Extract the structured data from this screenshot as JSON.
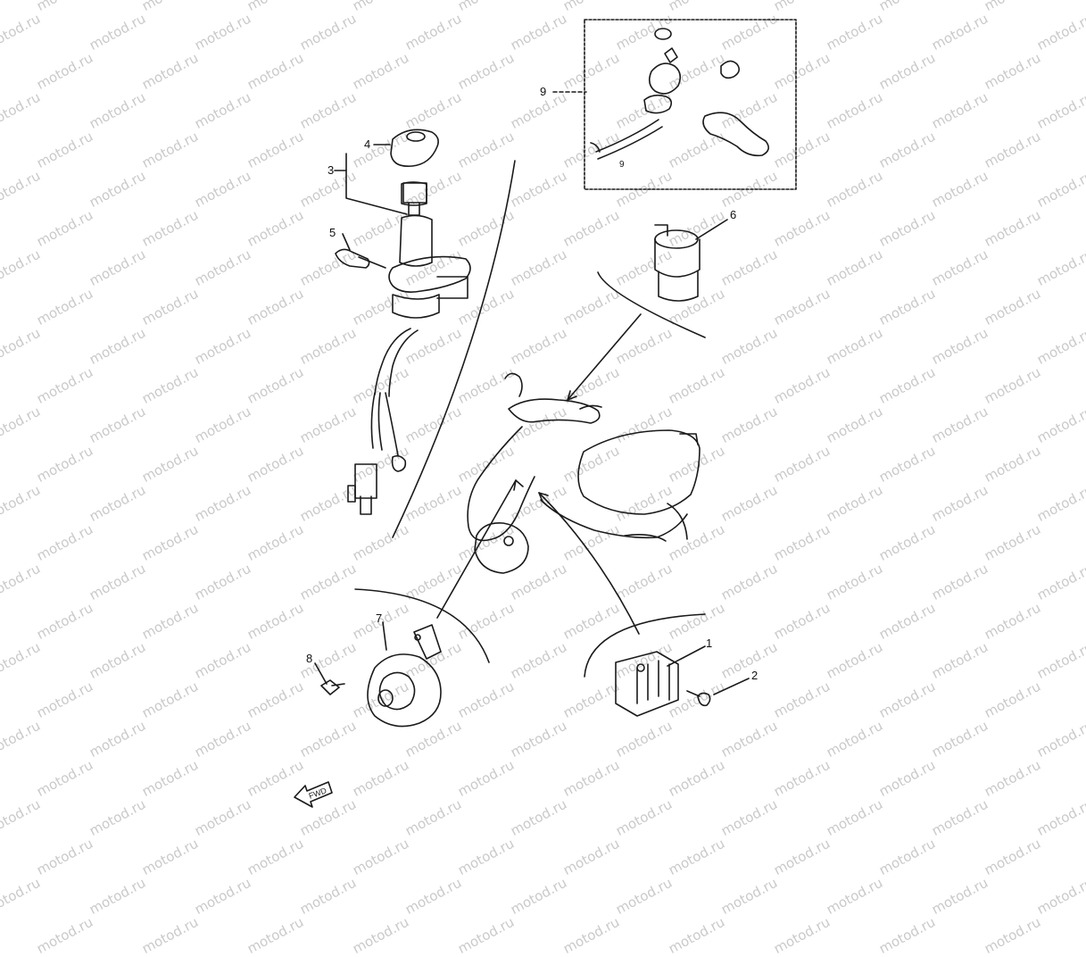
{
  "watermark": "motod.ru",
  "colors": {
    "line": "#1a1a1a",
    "watermark": "#c9c9c9",
    "background": "#ffffff"
  },
  "callouts": {
    "c1": "1",
    "c2": "2",
    "c3": "3",
    "c4": "4",
    "c5": "5",
    "c6": "6",
    "c7": "7",
    "c8": "8",
    "c9": "9",
    "c9_inset": "9"
  },
  "fwd_label": "FWD",
  "icons": {
    "main_switch": "ignition-switch-icon",
    "key": "key-icon",
    "cap": "switch-cap-icon",
    "screw": "screw-icon",
    "relay": "relay-icon",
    "horn": "horn-icon",
    "rectifier": "rectifier-icon",
    "scooter": "scooter-icon",
    "lock_set": "lock-set-icon",
    "arrow": "fwd-arrow-icon"
  }
}
